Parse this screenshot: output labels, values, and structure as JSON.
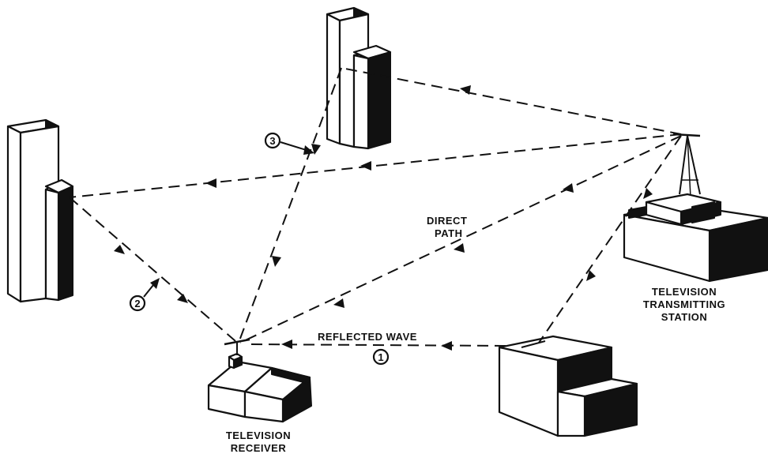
{
  "labels": {
    "direct_path_line1": "DIRECT",
    "direct_path_line2": "PATH",
    "reflected_wave": "REFLECTED WAVE",
    "tv_receiver_line1": "TELEVISION",
    "tv_receiver_line2": "RECEIVER",
    "tv_station_line1": "TELEVISION",
    "tv_station_line2": "TRANSMITTING",
    "tv_station_line3": "STATION"
  },
  "markers": {
    "one": "1",
    "two": "2",
    "three": "3"
  }
}
